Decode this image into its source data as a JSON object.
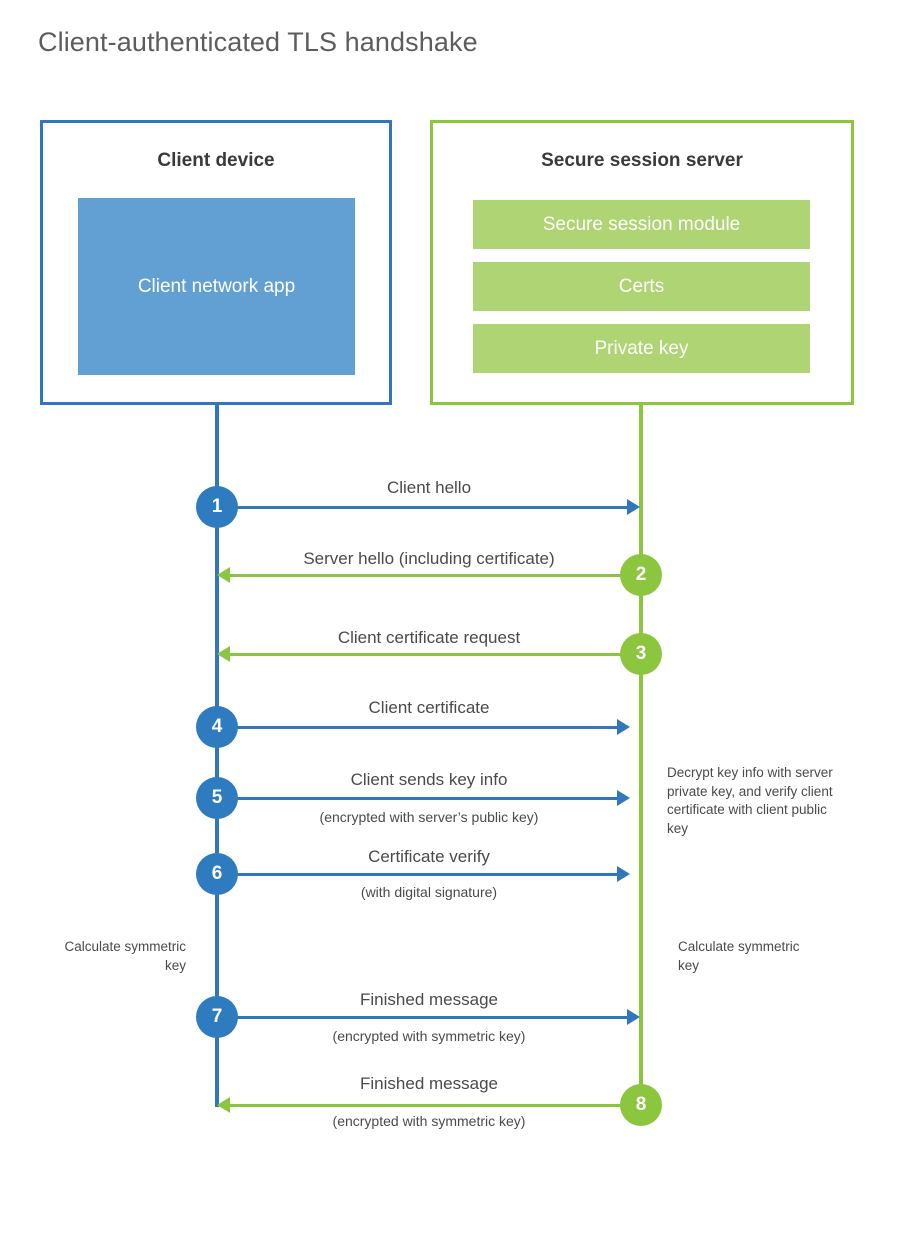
{
  "title": "Client-authenticated TLS handshake",
  "colors": {
    "blue_border": "#3277bd",
    "blue_fill": "#629fd3",
    "blue_badge": "#2e7cbf",
    "green_border": "#8cc63e",
    "green_fill": "#afd474",
    "text": "#4a4a4a",
    "heading": "#3a3a3a"
  },
  "client": {
    "title": "Client device",
    "app_label": "Client network app"
  },
  "server": {
    "title": "Secure session server",
    "components": [
      {
        "label": "Secure session module"
      },
      {
        "label": "Certs"
      },
      {
        "label": "Private key"
      }
    ]
  },
  "messages": [
    {
      "step": "1",
      "label": "Client hello",
      "sublabel": "",
      "direction": "client-to-server",
      "color": "blue"
    },
    {
      "step": "2",
      "label": "Server hello (including certificate)",
      "sublabel": "",
      "direction": "server-to-client",
      "color": "green"
    },
    {
      "step": "3",
      "label": "Client certificate request",
      "sublabel": "",
      "direction": "server-to-client",
      "color": "green"
    },
    {
      "step": "4",
      "label": "Client certificate",
      "sublabel": "",
      "direction": "client-to-server",
      "color": "blue"
    },
    {
      "step": "5",
      "label": "Client sends key info",
      "sublabel": "(encrypted with server’s public key)",
      "direction": "client-to-server",
      "color": "blue"
    },
    {
      "step": "6",
      "label": "Certificate verify",
      "sublabel": "(with digital signature)",
      "direction": "client-to-server",
      "color": "blue"
    },
    {
      "step": "7",
      "label": "Finished message",
      "sublabel": "(encrypted with symmetric key)",
      "direction": "client-to-server",
      "color": "blue"
    },
    {
      "step": "8",
      "label": "Finished message",
      "sublabel": "(encrypted with symmetric key)",
      "direction": "server-to-client",
      "color": "green"
    }
  ],
  "notes": {
    "server_decrypt": "Decrypt key info with server private key, and verify client certificate with client public key",
    "client_calculate": "Calculate symmetric key",
    "server_calculate": "Calculate symmetric key"
  }
}
